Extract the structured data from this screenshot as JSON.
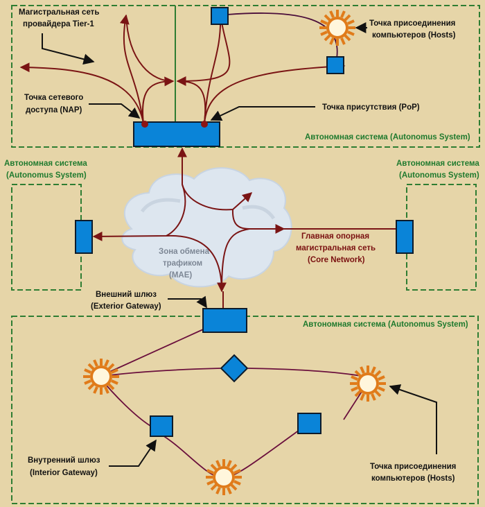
{
  "colors": {
    "background": "#e6d5a8",
    "as_border": "#2e7d32",
    "node_fill": "#0a84d8",
    "node_stroke": "#0d1b2a",
    "route_line": "#7a1414",
    "host_ray": "#e07b1a",
    "host_core": "#fff6dc",
    "cloud": "#dde6ef",
    "label_green": "#1f7a2e",
    "label_red": "#7a1010",
    "label_gray": "#7d8795"
  },
  "labels": {
    "tier1_backbone": [
      "Магистральная сеть",
      "провайдера Tier-1"
    ],
    "nap": [
      "Точка сетевого",
      "доступа (NAP)"
    ],
    "pop": [
      "Точка присутствия (PoP)"
    ],
    "hosts_top": [
      "Точка присоединения",
      "компьютеров (Hosts)"
    ],
    "as_top": [
      "Автономная система (Autonomus System)"
    ],
    "as_left": [
      "Автономная система",
      "(Autonomus System)"
    ],
    "as_right": [
      "Автономная система",
      "(Autonomus System)"
    ],
    "mae": [
      "Зона обмена",
      "трафиком",
      "(MAE)"
    ],
    "core_network": [
      "Главная опорная",
      "магистральная сеть",
      "(Core Network)"
    ],
    "exterior_gateway": [
      "Внешний шлюз",
      "(Exterior Gateway)"
    ],
    "as_bottom": [
      "Автономная система (Autonomus System)"
    ],
    "interior_gateway": [
      "Внутренний шлюз",
      "(Interior Gateway)"
    ],
    "hosts_bottom": [
      "Точка присоединения",
      "компьютеров (Hosts)"
    ]
  }
}
